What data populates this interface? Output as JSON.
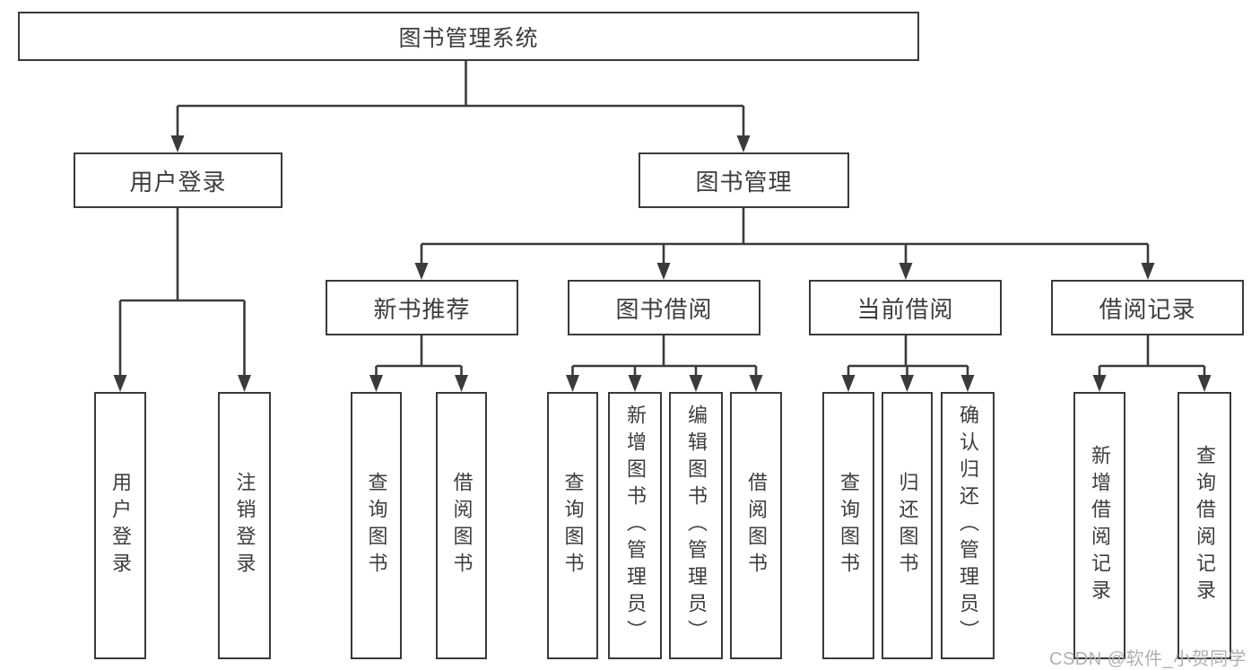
{
  "diagram": {
    "title": "图书管理系统",
    "colors": {
      "background": "#ffffff",
      "line": "#3b3b3b",
      "box_border": "#3a3a3a",
      "text": "#3d3d3d",
      "watermark": "#b0b0b0"
    },
    "tree": {
      "label": "图书管理系统",
      "children": [
        {
          "label": "用户登录",
          "children": [
            {
              "label": "用户登录"
            },
            {
              "label": "注销登录"
            }
          ]
        },
        {
          "label": "图书管理",
          "children": [
            {
              "label": "新书推荐",
              "children": [
                {
                  "label": "查询图书"
                },
                {
                  "label": "借阅图书"
                }
              ]
            },
            {
              "label": "图书借阅",
              "children": [
                {
                  "label": "查询图书"
                },
                {
                  "label": "新增图书（管理员）"
                },
                {
                  "label": "编辑图书（管理员）"
                },
                {
                  "label": "借阅图书"
                }
              ]
            },
            {
              "label": "当前借阅",
              "children": [
                {
                  "label": "查询图书"
                },
                {
                  "label": "归还图书"
                },
                {
                  "label": "确认归还（管理员）"
                }
              ]
            },
            {
              "label": "借阅记录",
              "children": [
                {
                  "label": "新增借阅记录"
                },
                {
                  "label": "查询借阅记录"
                }
              ]
            }
          ]
        }
      ]
    },
    "watermark": {
      "text": "CSDN @软件_小贺同学"
    }
  }
}
